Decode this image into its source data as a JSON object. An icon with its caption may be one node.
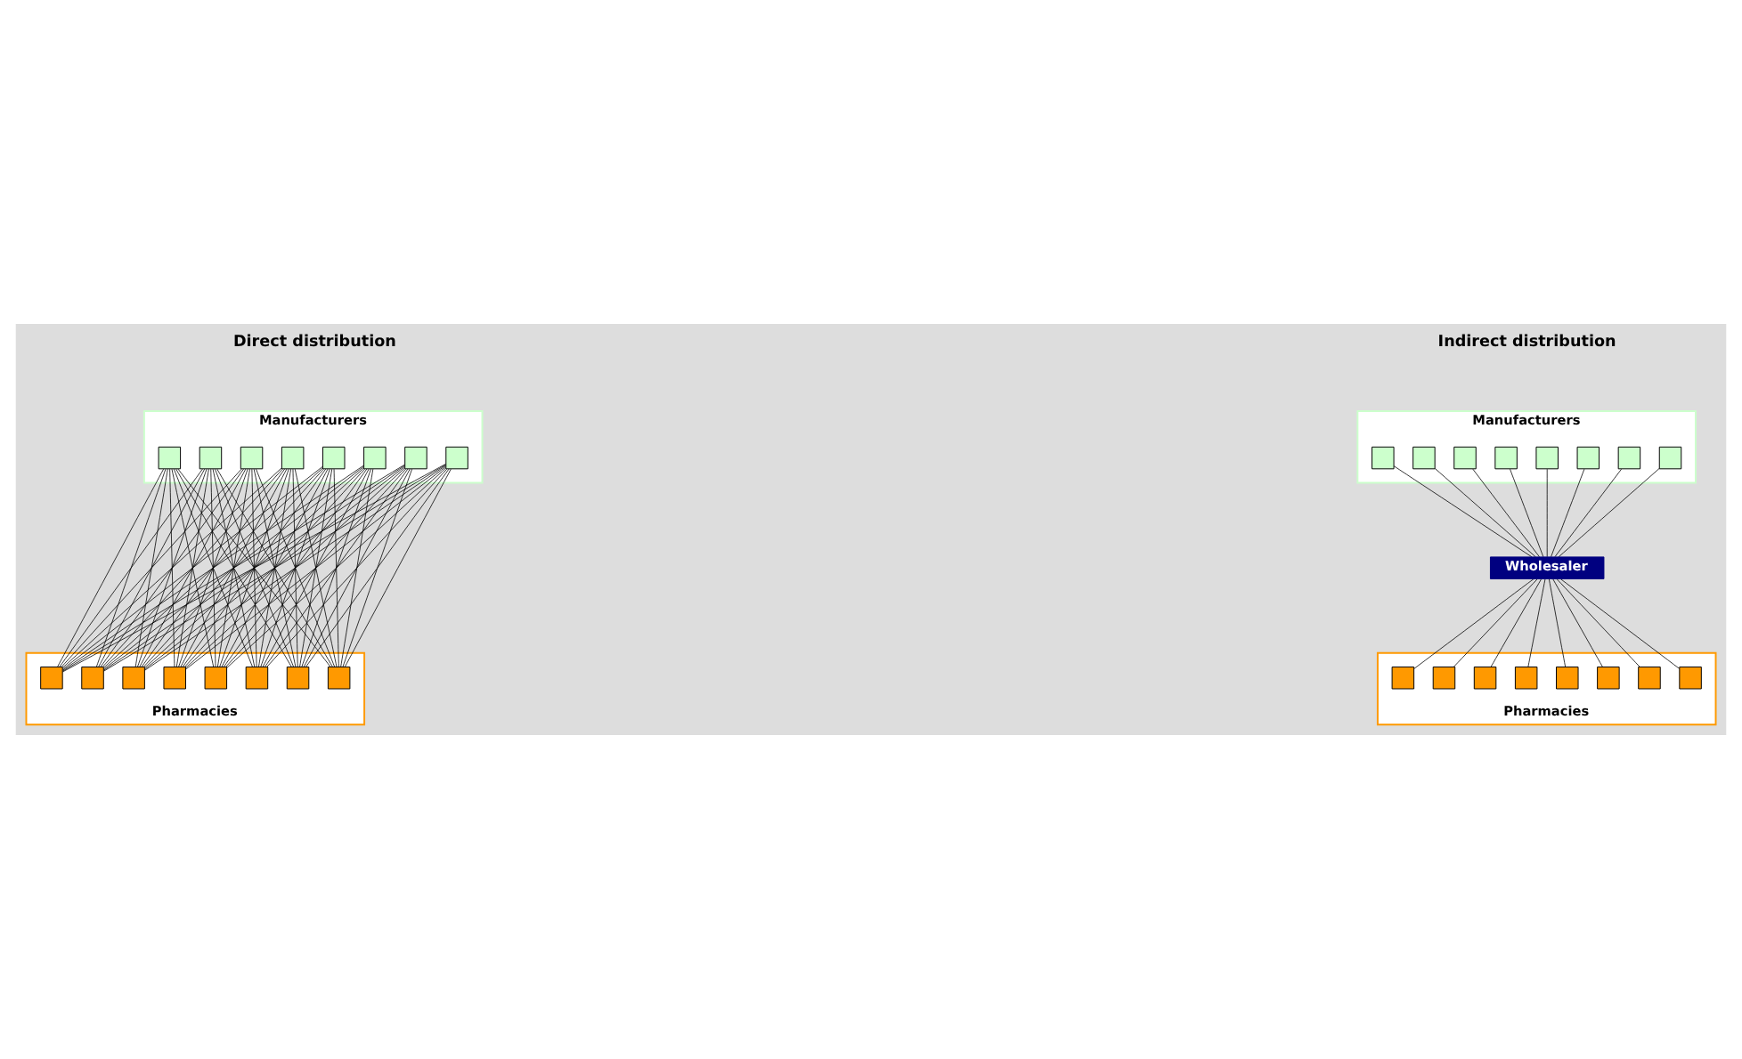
{
  "diagram": {
    "nodes": [
      {
        "text": [
          "Manufacturers"
        ]
      },
      {
        "text": [],
        "shape": "box",
        "in": 0
      },
      {
        "text": [],
        "shape": "box",
        "in": 0
      },
      {
        "text": [],
        "shape": "box",
        "in": 0
      },
      {
        "text": [],
        "shape": "box",
        "in": 0
      },
      {
        "text": [],
        "shape": "box",
        "in": 0
      },
      {
        "text": [],
        "shape": "box",
        "in": 0
      },
      {
        "text": [],
        "shape": "box",
        "in": 0
      },
      {
        "text": [],
        "shape": "box",
        "in": 0
      },
      {
        "text": [
          "Pharmacies"
        ]
      },
      {
        "text": [],
        "shape": "box",
        "in": 9
      },
      {
        "text": [],
        "shape": "box",
        "in": 9
      },
      {
        "text": [],
        "shape": "box",
        "in": 9
      },
      {
        "text": [],
        "shape": "box",
        "in": 9
      },
      {
        "text": [],
        "shape": "box",
        "in": 9
      },
      {
        "text": [],
        "shape": "box",
        "in": 9
      },
      {
        "text": [],
        "shape": "box",
        "in": 9
      },
      {
        "text": [],
        "shape": "box",
        "in": 9
      },
      {
        "text": [
          "Manufacturers"
        ]
      },
      {
        "text": [],
        "shape": "box",
        "in": 18
      },
      {
        "text": [],
        "shape": "box",
        "in": 18
      },
      {
        "text": [],
        "shape": "box",
        "in": 18
      },
      {
        "text": [],
        "shape": "box",
        "in": 18
      },
      {
        "text": [],
        "shape": "box",
        "in": 18
      },
      {
        "text": [],
        "shape": "box",
        "in": 18
      },
      {
        "text": [],
        "shape": "box",
        "in": 18
      },
      {
        "text": [],
        "shape": "box",
        "in": 18
      },
      {
        "text": [
          "Wholesaler"
        ]
      },
      {
        "text": [
          "Pharmacies"
        ]
      },
      {
        "text": [],
        "shape": "box",
        "in": 28
      },
      {
        "text": [],
        "shape": "box",
        "in": 28
      },
      {
        "text": [],
        "shape": "box",
        "in": 28
      },
      {
        "text": [],
        "shape": "box",
        "in": 28
      },
      {
        "text": [],
        "shape": "box",
        "in": 28
      },
      {
        "text": [],
        "shape": "box",
        "in": 28
      },
      {
        "text": [],
        "shape": "box",
        "in": 28
      },
      {
        "text": [],
        "shape": "box",
        "in": 28
      }
    ],
    "edges": [
      {
        "from": 1,
        "to": 10,
        "arrow": "none"
      },
      {
        "from": 1,
        "to": 11,
        "arrow": "none"
      },
      {
        "from": 1,
        "to": 12,
        "arrow": "none"
      },
      {
        "from": 1,
        "to": 13,
        "arrow": "none"
      },
      {
        "from": 1,
        "to": 14,
        "arrow": "none"
      },
      {
        "from": 1,
        "to": 15,
        "arrow": "none"
      },
      {
        "from": 1,
        "to": 16,
        "arrow": "none"
      },
      {
        "from": 1,
        "to": 17,
        "arrow": "none"
      },
      {
        "from": 2,
        "to": 10,
        "arrow": "none"
      },
      {
        "from": 2,
        "to": 11,
        "arrow": "none"
      },
      {
        "from": 2,
        "to": 12,
        "arrow": "none"
      },
      {
        "from": 2,
        "to": 13,
        "arrow": "none"
      },
      {
        "from": 2,
        "to": 14,
        "arrow": "none"
      },
      {
        "from": 2,
        "to": 15,
        "arrow": "none"
      },
      {
        "from": 2,
        "to": 16,
        "arrow": "none"
      },
      {
        "from": 2,
        "to": 17,
        "arrow": "none"
      },
      {
        "from": 3,
        "to": 10,
        "arrow": "none"
      },
      {
        "from": 3,
        "to": 11,
        "arrow": "none"
      },
      {
        "from": 3,
        "to": 12,
        "arrow": "none"
      },
      {
        "from": 3,
        "to": 13,
        "arrow": "none"
      },
      {
        "from": 3,
        "to": 14,
        "arrow": "none"
      },
      {
        "from": 3,
        "to": 15,
        "arrow": "none"
      },
      {
        "from": 3,
        "to": 16,
        "arrow": "none"
      },
      {
        "from": 3,
        "to": 17,
        "arrow": "none"
      },
      {
        "from": 4,
        "to": 10,
        "arrow": "none"
      },
      {
        "from": 4,
        "to": 11,
        "arrow": "none"
      },
      {
        "from": 4,
        "to": 12,
        "arrow": "none"
      },
      {
        "from": 4,
        "to": 13,
        "arrow": "none"
      },
      {
        "from": 4,
        "to": 14,
        "arrow": "none"
      },
      {
        "from": 4,
        "to": 15,
        "arrow": "none"
      },
      {
        "from": 4,
        "to": 16,
        "arrow": "none"
      },
      {
        "from": 4,
        "to": 17,
        "arrow": "none"
      },
      {
        "from": 5,
        "to": 10,
        "arrow": "none"
      },
      {
        "from": 5,
        "to": 11,
        "arrow": "none"
      },
      {
        "from": 5,
        "to": 12,
        "arrow": "none"
      },
      {
        "from": 5,
        "to": 13,
        "arrow": "none"
      },
      {
        "from": 5,
        "to": 14,
        "arrow": "none"
      },
      {
        "from": 5,
        "to": 15,
        "arrow": "none"
      },
      {
        "from": 5,
        "to": 16,
        "arrow": "none"
      },
      {
        "from": 5,
        "to": 17,
        "arrow": "none"
      },
      {
        "from": 6,
        "to": 10,
        "arrow": "none"
      },
      {
        "from": 6,
        "to": 11,
        "arrow": "none"
      },
      {
        "from": 6,
        "to": 12,
        "arrow": "none"
      },
      {
        "from": 6,
        "to": 13,
        "arrow": "none"
      },
      {
        "from": 6,
        "to": 14,
        "arrow": "none"
      },
      {
        "from": 6,
        "to": 15,
        "arrow": "none"
      },
      {
        "from": 6,
        "to": 16,
        "arrow": "none"
      },
      {
        "from": 6,
        "to": 17,
        "arrow": "none"
      },
      {
        "from": 7,
        "to": 10,
        "arrow": "none"
      },
      {
        "from": 7,
        "to": 11,
        "arrow": "none"
      },
      {
        "from": 7,
        "to": 12,
        "arrow": "none"
      },
      {
        "from": 7,
        "to": 13,
        "arrow": "none"
      },
      {
        "from": 7,
        "to": 14,
        "arrow": "none"
      },
      {
        "from": 7,
        "to": 15,
        "arrow": "none"
      },
      {
        "from": 7,
        "to": 16,
        "arrow": "none"
      },
      {
        "from": 7,
        "to": 17,
        "arrow": "none"
      },
      {
        "from": 8,
        "to": 10,
        "arrow": "none"
      },
      {
        "from": 8,
        "to": 11,
        "arrow": "none"
      },
      {
        "from": 8,
        "to": 12,
        "arrow": "none"
      },
      {
        "from": 8,
        "to": 13,
        "arrow": "none"
      },
      {
        "from": 8,
        "to": 14,
        "arrow": "none"
      },
      {
        "from": 8,
        "to": 15,
        "arrow": "none"
      },
      {
        "from": 8,
        "to": 16,
        "arrow": "none"
      },
      {
        "from": 8,
        "to": 17,
        "arrow": "none"
      },
      {
        "from": 19,
        "to": 27,
        "arrow": "none"
      },
      {
        "from": 20,
        "to": 27,
        "arrow": "none"
      },
      {
        "from": 21,
        "to": 27,
        "arrow": "none"
      },
      {
        "from": 22,
        "to": 27,
        "arrow": "none"
      },
      {
        "from": 23,
        "to": 27,
        "arrow": "none"
      },
      {
        "from": 24,
        "to": 27,
        "arrow": "none"
      },
      {
        "from": 25,
        "to": 27,
        "arrow": "none"
      },
      {
        "from": 26,
        "to": 27,
        "arrow": "none"
      },
      {
        "from": 27,
        "to": 29,
        "arrow": "none"
      },
      {
        "from": 27,
        "to": 30,
        "arrow": "none"
      },
      {
        "from": 27,
        "to": 31,
        "arrow": "none"
      },
      {
        "from": 27,
        "to": 32,
        "arrow": "none"
      },
      {
        "from": 27,
        "to": 33,
        "arrow": "none"
      },
      {
        "from": 27,
        "to": 34,
        "arrow": "none"
      },
      {
        "from": 27,
        "to": 35,
        "arrow": "none"
      },
      {
        "from": 27,
        "to": 36,
        "arrow": "none"
      }
    ],
    "labels": [
      "Direct distribution",
      "Indirect distribution"
    ]
  }
}
